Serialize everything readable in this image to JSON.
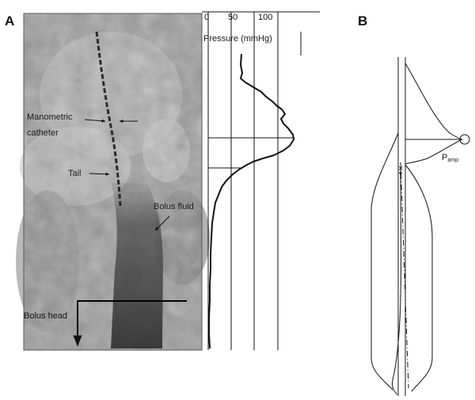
{
  "panels": {
    "a": {
      "label": "A",
      "catheter_label_line1": "Manometric",
      "catheter_label_line2": "catheter",
      "tail_label": "Tail",
      "bolus_fluid_label": "Bolus fluid",
      "bolus_head_label": "Bolus head",
      "pressure_axis_title": "Pressure (mmHg)",
      "pressure_ticks": [
        "0",
        "50",
        "100"
      ]
    },
    "b": {
      "label": "B",
      "pamp_main": "P",
      "pamp_sub": "amp"
    }
  }
}
